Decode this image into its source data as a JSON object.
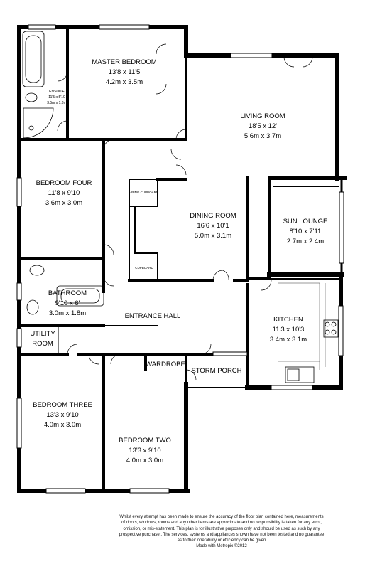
{
  "rooms": {
    "master": {
      "name": "MASTER BEDROOM",
      "imperial": "13'8 x 11'5",
      "metric": "4.2m x 3.5m"
    },
    "ensuite": {
      "name": "ENSUITE",
      "imperial": "11'5 x 5'10",
      "metric": "3.5m x 1.8m"
    },
    "living": {
      "name": "LIVING ROOM",
      "imperial": "18'5 x 12'",
      "metric": "5.6m x 3.7m"
    },
    "bed4": {
      "name": "BEDROOM FOUR",
      "imperial": "11'8 x 9'10",
      "metric": "3.6m x 3.0m"
    },
    "airing": {
      "name": "AIRING CUPBOARD"
    },
    "dining": {
      "name": "DINING ROOM",
      "imperial": "16'6 x 10'1",
      "metric": "5.0m x 3.1m"
    },
    "sun": {
      "name": "SUN LOUNGE",
      "imperial": "8'10 x 7'11",
      "metric": "2.7m x 2.4m"
    },
    "cupboard": {
      "name": "CUPBOARD"
    },
    "bathroom": {
      "name": "BATHROOM",
      "imperial": "9'10 x 6'",
      "metric": "3.0m x 1.8m"
    },
    "hall": {
      "name": "ENTRANCE HALL"
    },
    "kitchen": {
      "name": "KITCHEN",
      "imperial": "11'3 x 10'3",
      "metric": "3.4m x 3.1m"
    },
    "utility": {
      "line1": "UTILITY",
      "line2": "ROOM"
    },
    "wardrobe": {
      "name": "WARDROBE"
    },
    "porch": {
      "name": "STORM PORCH"
    },
    "bed3": {
      "name": "BEDROOM THREE",
      "imperial": "13'3 x 9'10",
      "metric": "4.0m x 3.0m"
    },
    "bed2": {
      "name": "BEDROOM TWO",
      "imperial": "13'3 x 9'10",
      "metric": "4.0m x 3.0m"
    }
  },
  "disclaimer": [
    "Whilst every attempt has been made to ensure the accuracy of the floor plan contained here, measurements",
    "of doors, windows, rooms and any other items are approximate and no responsibility is taken for any error,",
    "omission, or mis-statement. This plan is for illustrative purposes only and should be used as such by any",
    "prospective purchaser. The services, systems and appliances shown have not been tested and no guarantee",
    "as to their operability or efficiency can be given",
    "Made with Metropix ©2012"
  ]
}
